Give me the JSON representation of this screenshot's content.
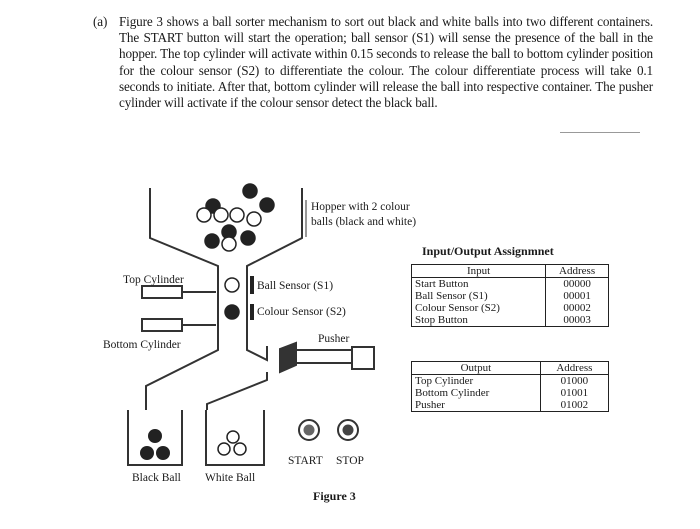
{
  "question": {
    "label": "(a)",
    "text": "Figure 3 shows a ball sorter mechanism to sort out black and white balls into two different containers. The START button will start the operation; ball sensor (S1) will sense the presence of the ball in the hopper. The top cylinder will activate within 0.15 seconds to release the ball to bottom cylinder position for the colour sensor (S2) to differentiate the colour. The colour differentiate process will take 0.1 seconds to initiate. After that, bottom cylinder will release the ball into respective container. The pusher cylinder will activate if the colour sensor detect the black ball."
  },
  "figure": {
    "hopper_label_line1": "Hopper with 2 colour",
    "hopper_label_line2": "balls (black and white)",
    "top_cylinder": "Top Cylinder",
    "bottom_cylinder": "Bottom Cylinder",
    "ball_sensor": "Ball Sensor (S1)",
    "colour_sensor": "Colour Sensor (S2)",
    "pusher": "Pusher",
    "black_ball": "Black Ball",
    "white_ball": "White Ball",
    "start_label": "START",
    "stop_label": "STOP",
    "caption": "Figure 3"
  },
  "io_table": {
    "title": "Input/Output Assignmnet",
    "input_header": "Input",
    "input_address_header": "Address",
    "inputs": [
      "Start Button",
      "Ball Sensor (S1)",
      "Colour Sensor (S2)",
      "Stop Button"
    ],
    "input_addresses": [
      "00000",
      "00001",
      "00002",
      "00003"
    ],
    "output_header": "Output",
    "output_address_header": "Address",
    "outputs": [
      "Top Cylinder",
      "Bottom Cylinder",
      "Pusher"
    ],
    "output_addresses": [
      "01000",
      "01001",
      "01002"
    ]
  }
}
